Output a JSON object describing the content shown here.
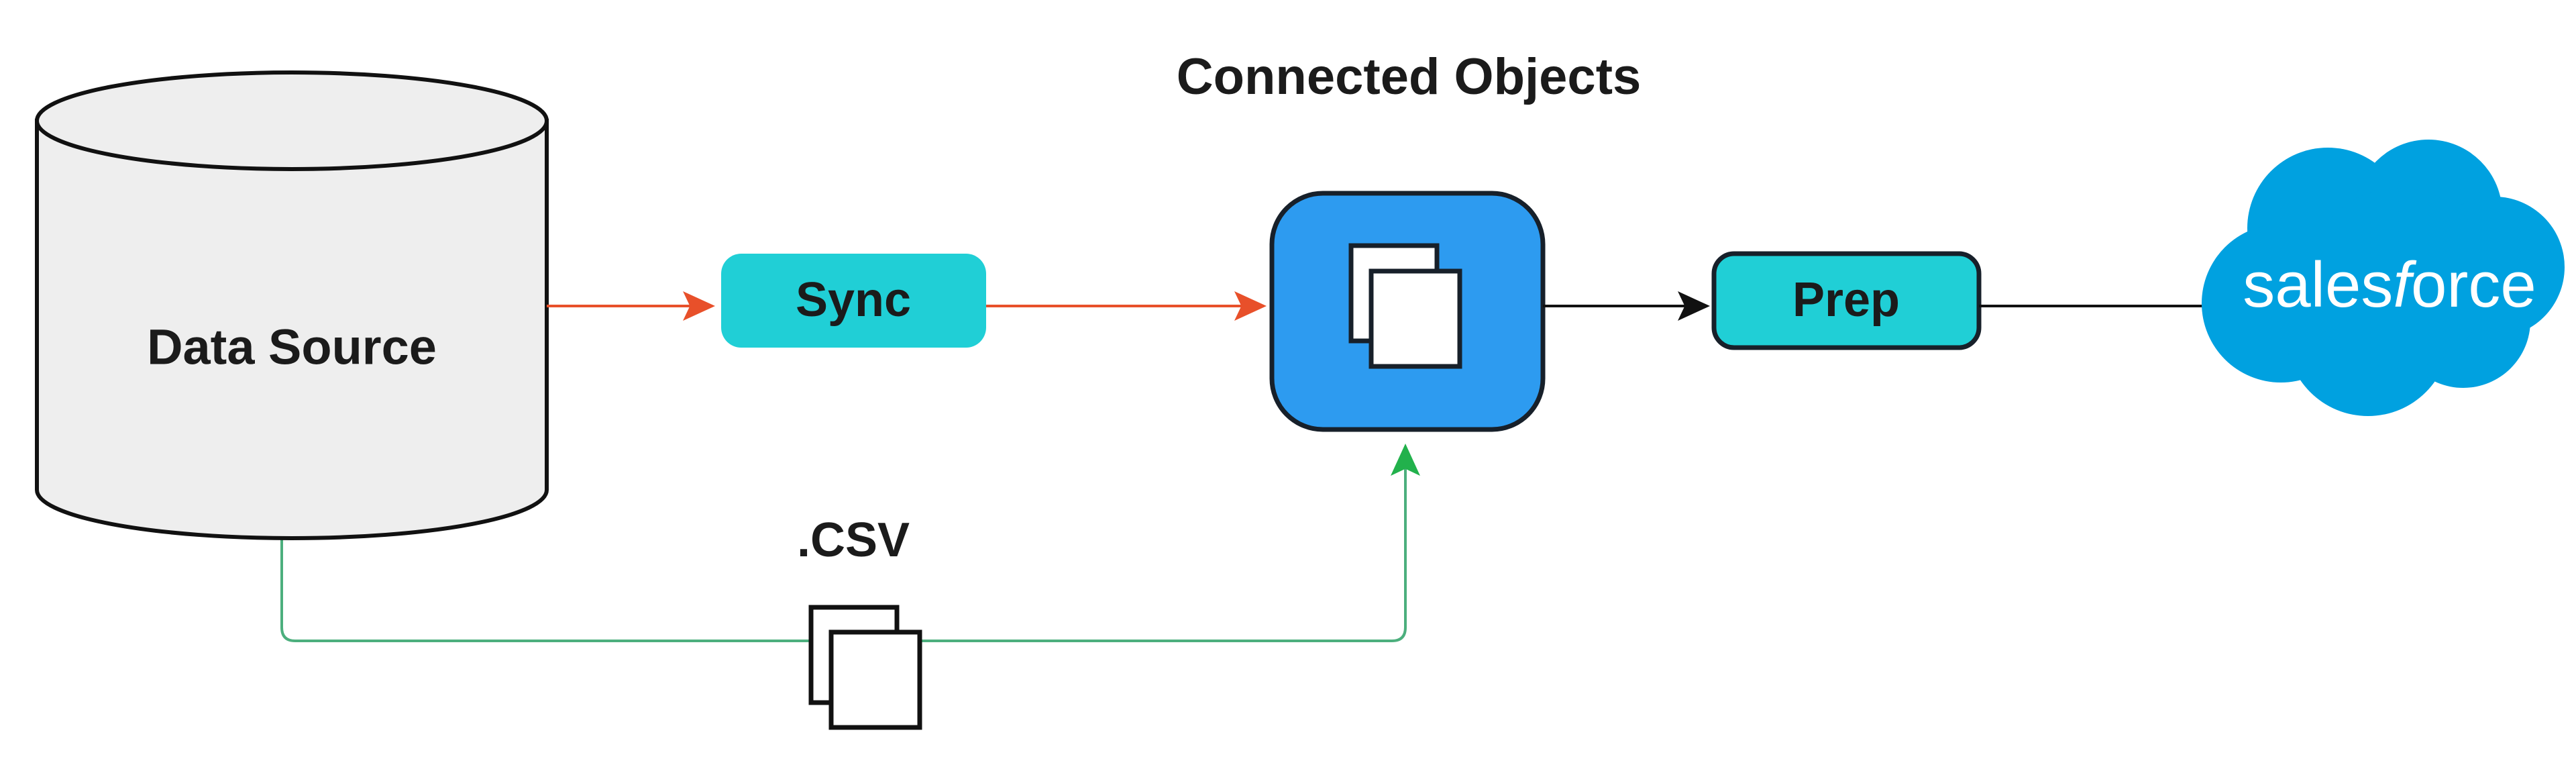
{
  "diagram": {
    "title": "Connected Objects",
    "background_color": "#ffffff",
    "nodes": {
      "data_source": {
        "label": "Data Source",
        "shape": "cylinder",
        "fill": "#eeeeee",
        "stroke": "#111111",
        "text_color": "#333333"
      },
      "sync": {
        "label": "Sync",
        "shape": "rounded-rect",
        "fill": "#20cfd6",
        "stroke": "none",
        "text_color": "#1b1b1b"
      },
      "connected_objects": {
        "label": "Connected Objects",
        "shape": "rounded-square",
        "fill": "#2d9bf0",
        "stroke": "#17202a",
        "icon": "documents-stack-icon",
        "icon_fill": "#ffffff",
        "icon_stroke": "#17202a"
      },
      "prep": {
        "label": "Prep",
        "shape": "rounded-rect",
        "fill": "#20cfd6",
        "stroke": "#17202a",
        "text_color": "#1b1b1b"
      },
      "salesforce": {
        "label": "salesforce",
        "shape": "cloud",
        "fill": "#00a1e0",
        "text_color": "#ffffff"
      },
      "csv_files": {
        "label": ".CSV",
        "shape": "documents-stack",
        "fill": "#ffffff",
        "stroke": "#111111",
        "text_color": "#111111"
      }
    },
    "edges": [
      {
        "id": "data-source-to-sync",
        "from": "data_source",
        "to": "sync",
        "color": "#e8502a",
        "style": "straight-arrow"
      },
      {
        "id": "sync-to-connected-objects",
        "from": "sync",
        "to": "connected_objects",
        "color": "#e8502a",
        "style": "straight-arrow"
      },
      {
        "id": "connected-objects-to-prep",
        "from": "connected_objects",
        "to": "prep",
        "color": "#111111",
        "style": "straight-arrow"
      },
      {
        "id": "prep-to-salesforce",
        "from": "prep",
        "to": "salesforce",
        "color": "#111111",
        "style": "straight-arrow"
      },
      {
        "id": "data-source-to-connected-objects-via-csv",
        "from": "data_source",
        "to": "connected_objects",
        "color": "#4caf7d",
        "style": "orthogonal-arrow",
        "waypoint_label": ".CSV"
      }
    ]
  }
}
